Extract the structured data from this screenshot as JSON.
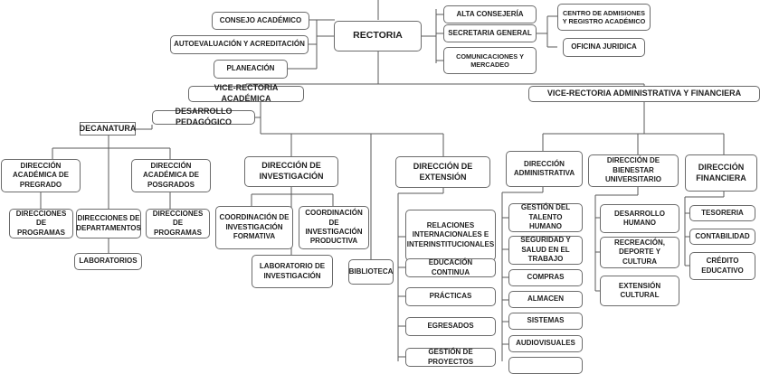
{
  "org_chart": {
    "rectoria": "RECTORIA",
    "consejo_academico": "CONSEJO ACADÉMICO",
    "autoevaluacion": "AUTOEVALUACIÓN Y ACREDITACIÓN",
    "planeacion": "PLANEACIÓN",
    "alta_consejeria": "ALTA CONSEJERÍA",
    "secretaria_general": "SECRETARIA GENERAL",
    "comunicaciones": "COMUNICACIONES Y MERCADEO",
    "centro_admisiones": "CENTRO DE ADMISIONES Y REGISTRO ACADÉMICO",
    "oficina_juridica": "OFICINA JURIDICA",
    "vice_academica": "VICE-RECTORIA ACADÉMICA",
    "vice_administrativa": "VICE-RECTORIA ADMINISTRATIVA Y FINANCIERA",
    "desarrollo_pedagogico": "DESARROLLO PEDAGÓGICO",
    "decanatura": "DECANATURA",
    "dir_pregrado": "DIRECCIÓN ACADÉMICA DE PREGRADO",
    "dir_posgrados": "DIRECCIÓN ACADÉMICA DE POSGRADOS",
    "dir_programas_1": "DIRECCIONES DE PROGRAMAS",
    "dir_departamentos": "DIRECCIONES DE DEPARTAMENTOS",
    "dir_programas_2": "DIRECCIONES DE PROGRAMAS",
    "laboratorios": "LABORATORIOS",
    "dir_investigacion": "DIRECCIÓN DE INVESTIGACIÓN",
    "coord_formativa": "COORDINACIÓN DE INVESTIGACIÓN FORMATIVA",
    "coord_productiva": "COORDINACIÓN DE INVESTIGACIÓN PRODUCTIVA",
    "lab_investigacion": "LABORATORIO DE INVESTIGACIÓN",
    "biblioteca": "BIBLIOTECA",
    "dir_extension": "DIRECCIÓN DE EXTENSIÓN",
    "relaciones": "RELACIONES INTERNACIONALES E INTERINSTITUCIONALES",
    "educacion_continua": "EDUCACIÓN CONTINUA",
    "practicas": "PRÁCTICAS",
    "egresados": "EGRESADOS",
    "gestion_proyectos": "GESTIÓN DE PROYECTOS",
    "dir_administrativa": "DIRECCIÓN ADMINISTRATIVA",
    "gestion_talento": "GESTIÓN DEL TALENTO HUMANO",
    "seguridad_salud": "SEGURIDAD Y SALUD EN EL TRABAJO",
    "compras": "COMPRAS",
    "almacen": "ALMACEN",
    "sistemas": "SISTEMAS",
    "audiovisuales": "AUDIOVISUALES",
    "dir_bienestar": "DIRECCIÓN DE BIENESTAR UNIVERSITARIO",
    "desarrollo_humano": "DESARROLLO HUMANO",
    "recreacion": "RECREACIÓN, DEPORTE Y CULTURA",
    "extension_cultural": "EXTENSIÓN CULTURAL",
    "dir_financiera": "DIRECCIÓN FINANCIERA",
    "tesoreria": "TESORERIA",
    "contabilidad": "CONTABILIDAD",
    "credito": "CRÉDITO EDUCATIVO"
  },
  "colors": {
    "line": "#5a5a5a",
    "border": "#6b6b6b",
    "text": "#1e1e1e"
  }
}
